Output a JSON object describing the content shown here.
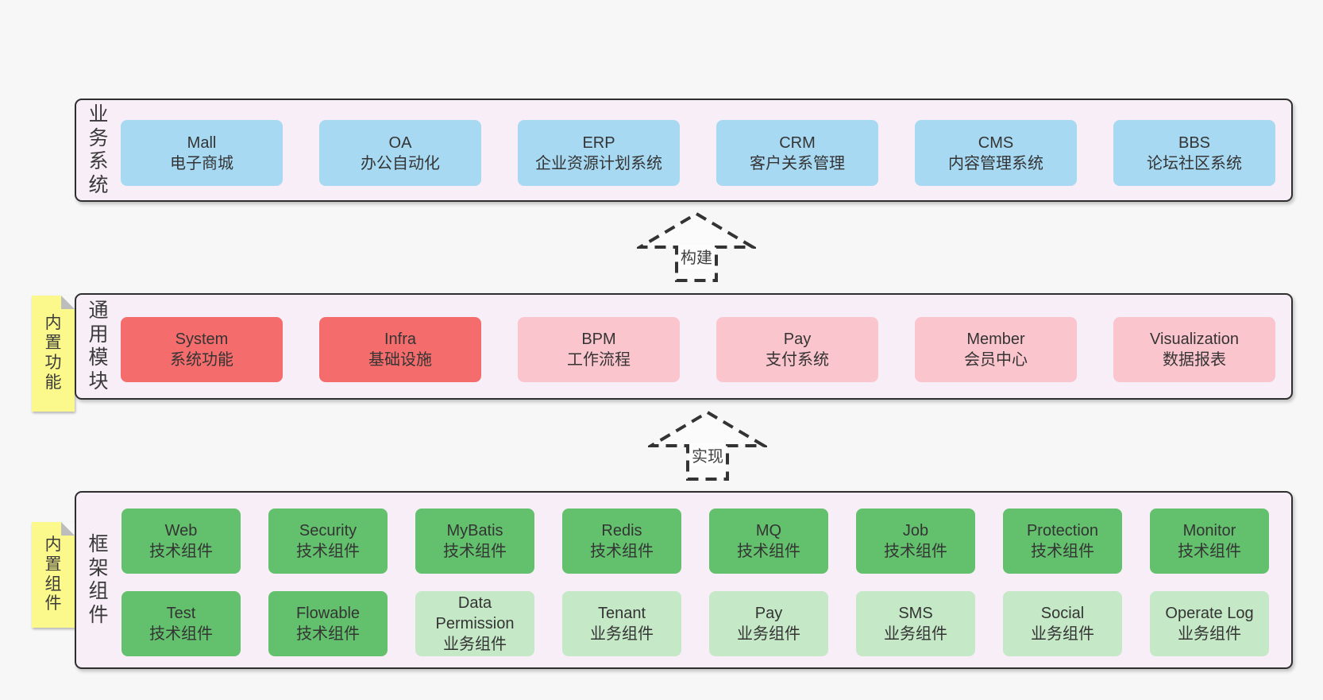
{
  "palette": {
    "page_background": "#f7f7f7",
    "band_background": "#f8eef7",
    "band_border": "#2f2f2f",
    "business_box": "#a8d9f2",
    "core_module_box": "#f56c6c",
    "optional_module_box": "#fbc5cd",
    "tech_component_box": "#63c16d",
    "biz_component_box": "#c5e8c7",
    "sticky_note": "#fbf88c",
    "note_fold": "#bdbdbd"
  },
  "bands": {
    "business": {
      "label": "业务系统",
      "boxes": [
        {
          "title": "Mall",
          "subtitle": "电子商城",
          "variant": "blue"
        },
        {
          "title": "OA",
          "subtitle": "办公自动化",
          "variant": "blue"
        },
        {
          "title": "ERP",
          "subtitle": "企业资源计划系统",
          "variant": "blue"
        },
        {
          "title": "CRM",
          "subtitle": "客户关系管理",
          "variant": "blue"
        },
        {
          "title": "CMS",
          "subtitle": "内容管理系统",
          "variant": "blue"
        },
        {
          "title": "BBS",
          "subtitle": "论坛社区系统",
          "variant": "blue"
        }
      ]
    },
    "modules": {
      "label": "通用模块",
      "note": "内置功能",
      "boxes": [
        {
          "title": "System",
          "subtitle": "系统功能",
          "variant": "red"
        },
        {
          "title": "Infra",
          "subtitle": "基础设施",
          "variant": "red"
        },
        {
          "title": "BPM",
          "subtitle": "工作流程",
          "variant": "pink"
        },
        {
          "title": "Pay",
          "subtitle": "支付系统",
          "variant": "pink"
        },
        {
          "title": "Member",
          "subtitle": "会员中心",
          "variant": "pink"
        },
        {
          "title": "Visualization",
          "subtitle": "数据报表",
          "variant": "pink"
        }
      ]
    },
    "components": {
      "label": "框架组件",
      "note": "内置组件",
      "row1": [
        {
          "title": "Web",
          "subtitle": "技术组件",
          "variant": "green"
        },
        {
          "title": "Security",
          "subtitle": "技术组件",
          "variant": "green"
        },
        {
          "title": "MyBatis",
          "subtitle": "技术组件",
          "variant": "green"
        },
        {
          "title": "Redis",
          "subtitle": "技术组件",
          "variant": "green"
        },
        {
          "title": "MQ",
          "subtitle": "技术组件",
          "variant": "green"
        },
        {
          "title": "Job",
          "subtitle": "技术组件",
          "variant": "green"
        },
        {
          "title": "Protection",
          "subtitle": "技术组件",
          "variant": "green"
        },
        {
          "title": "Monitor",
          "subtitle": "技术组件",
          "variant": "green"
        }
      ],
      "row2": [
        {
          "title": "Test",
          "subtitle": "技术组件",
          "variant": "green"
        },
        {
          "title": "Flowable",
          "subtitle": "技术组件",
          "variant": "green"
        },
        {
          "title": "Data Permission",
          "subtitle": "业务组件",
          "variant": "green-light"
        },
        {
          "title": "Tenant",
          "subtitle": "业务组件",
          "variant": "green-light"
        },
        {
          "title": "Pay",
          "subtitle": "业务组件",
          "variant": "green-light"
        },
        {
          "title": "SMS",
          "subtitle": "业务组件",
          "variant": "green-light"
        },
        {
          "title": "Social",
          "subtitle": "业务组件",
          "variant": "green-light"
        },
        {
          "title": "Operate Log",
          "subtitle": "业务组件",
          "variant": "green-light"
        }
      ]
    }
  },
  "arrows": {
    "build": {
      "label": "构建"
    },
    "implement": {
      "label": "实现"
    }
  }
}
